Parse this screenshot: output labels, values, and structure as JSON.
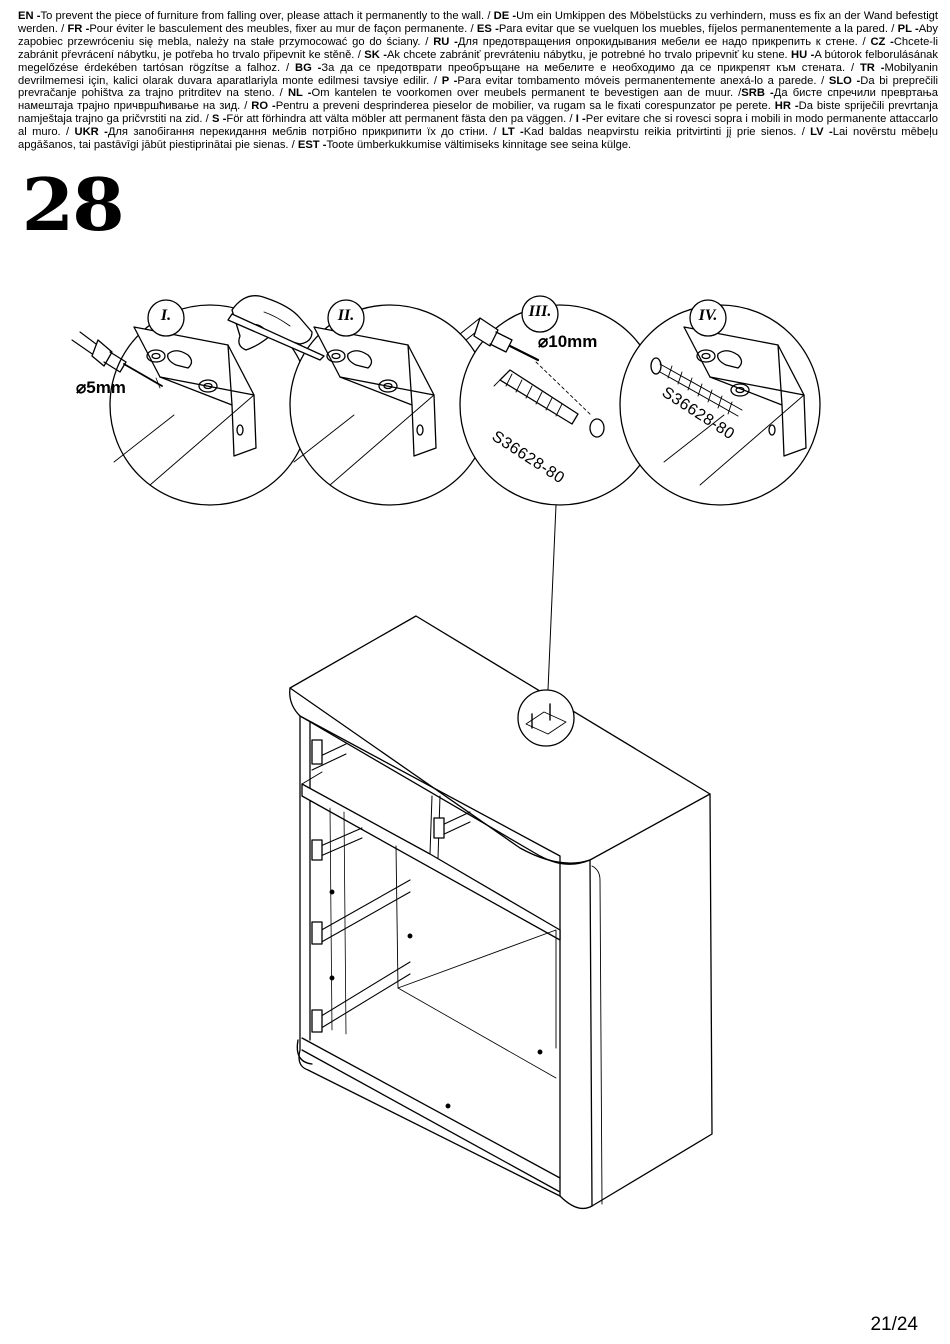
{
  "warning": [
    {
      "code": "EN",
      "text": "To prevent the piece of furniture from falling over, please attach it permanently to the wall. / "
    },
    {
      "code": "DE",
      "text": "Um ein Umkippen des Möbelstücks zu verhindern, muss es fix an der Wand befestigt werden. / "
    },
    {
      "code": "FR",
      "text": "Pour éviter le basculement des meubles, fixer au mur de façon permanente. / "
    },
    {
      "code": "ES",
      "text": "Para evitar que se vuelquen los muebles, fíjelos permanentemente a la pared. / "
    },
    {
      "code": "PL",
      "text": "Aby zapobiec przewróceniu się mebla, należy na stałe przymocować go do ściany. / "
    },
    {
      "code": "RU",
      "text": "Для предотвращения опрокидывания мебели ее надо прикрепить к стене. / "
    },
    {
      "code": "CZ",
      "text": "Chcete-li zabránit převrácení nábytku, je potřeba ho trvalo připevnit ke stěně. / "
    },
    {
      "code": "SK",
      "text": "Ak chcete zabrániť prevráteniu nábytku, je potrebné ho trvalo pripevniť ku stene. "
    },
    {
      "code": "HU",
      "text": "A bútorok felborulásának megelőzése érdekében tartósan rögzítse a falhoz. / "
    },
    {
      "code": "BG",
      "text": "За да се предотврати преобръщане на мебелите е необходимо да се  прикрепят към стената. / "
    },
    {
      "code": "TR",
      "text": "Mobilyanin devrilmemesi için, kalici olarak duvara aparatlariyla monte edilmesi tavsiye edilir. / "
    },
    {
      "code": "P",
      "text": "Para evitar tombamento móveis permanentemente anexá-lo a parede. / "
    },
    {
      "code": "SLO",
      "text": "Da bi preprečili prevračanje pohištva za trajno pritrditev na steno. / "
    },
    {
      "code": "NL",
      "text": "Om kantelen te voorkomen over meubels permanent te bevestigen aan de muur. /"
    },
    {
      "code": "SRB",
      "text": "Да бисте спречили превртања намештаја трајно причвршћивање на зид. / "
    },
    {
      "code": "RO",
      "text": "Pentru a preveni desprinderea pieselor de mobilier, va rugam sa le fixati corespunzator pe perete. "
    },
    {
      "code": "HR",
      "text": "Da biste spriječili prevrtanja namještaja trajno ga pričvrstiti na zid. / "
    },
    {
      "code": "S",
      "text": "För att förhindra att välta möbler att permanent fästa den pa väggen. / "
    },
    {
      "code": "I",
      "text": "Per evitare che si rovesci sopra i mobili in modo permanente attaccarlo al muro. / "
    },
    {
      "code": "UKR",
      "text": "Для запобігання перекидання меблів потрібно прикрипити їх до стіни. / "
    },
    {
      "code": "LT",
      "text": "Kad baldas neapvirstu reikia pritvirtinti jį prie sienos. / "
    },
    {
      "code": "LV",
      "text": "Lai novērstu mēbeļu apgāšanos, tai pastāvīgi jābūt piestiprinātai pie sienas. / "
    },
    {
      "code": "EST",
      "text": "Toote ümberkukkumise vältimiseks kinnitage see seina külge."
    }
  ],
  "step_number": "28",
  "callouts": {
    "c1_label": "I.",
    "c1_dim": "⌀5mm",
    "c2_label": "II.",
    "c3_label": "III.",
    "c3_dim": "⌀10mm",
    "c3_part": "S36628-80",
    "c4_label": "IV.",
    "c4_part": "S36628-80"
  },
  "page_number": "21/24"
}
